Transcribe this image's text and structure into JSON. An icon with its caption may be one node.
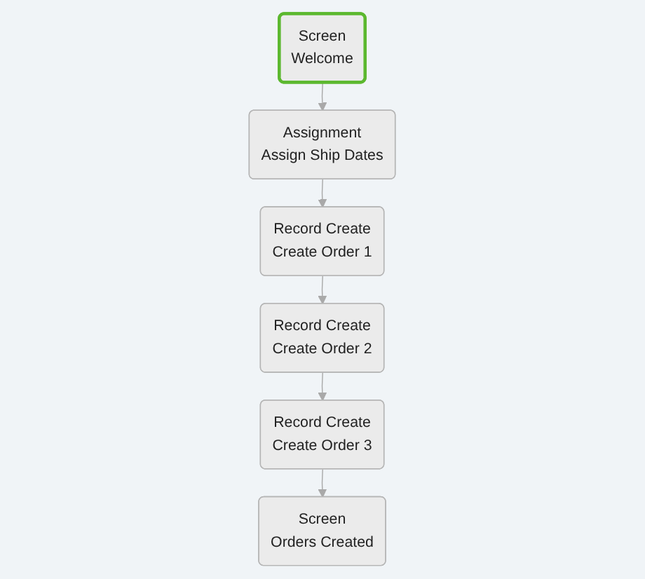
{
  "diagram": {
    "nodes": [
      {
        "text": [
          "Screen",
          "Welcome"
        ]
      },
      {
        "text": [
          "Assignment",
          "Assign Ship Dates"
        ]
      },
      {
        "text": [
          "Record Create",
          "Create Order 1"
        ]
      },
      {
        "text": [
          "Record Create",
          "Create Order 2"
        ]
      },
      {
        "text": [
          "Record Create",
          "Create Order 3"
        ]
      },
      {
        "text": [
          "Screen",
          "Orders Created"
        ]
      }
    ],
    "edges": [
      {
        "from": 0,
        "to": 1,
        "arrow": "to"
      },
      {
        "from": 1,
        "to": 2,
        "arrow": "to"
      },
      {
        "from": 2,
        "to": 3,
        "arrow": "to"
      },
      {
        "from": 3,
        "to": 4,
        "arrow": "to"
      },
      {
        "from": 4,
        "to": 5,
        "arrow": "to"
      }
    ]
  }
}
